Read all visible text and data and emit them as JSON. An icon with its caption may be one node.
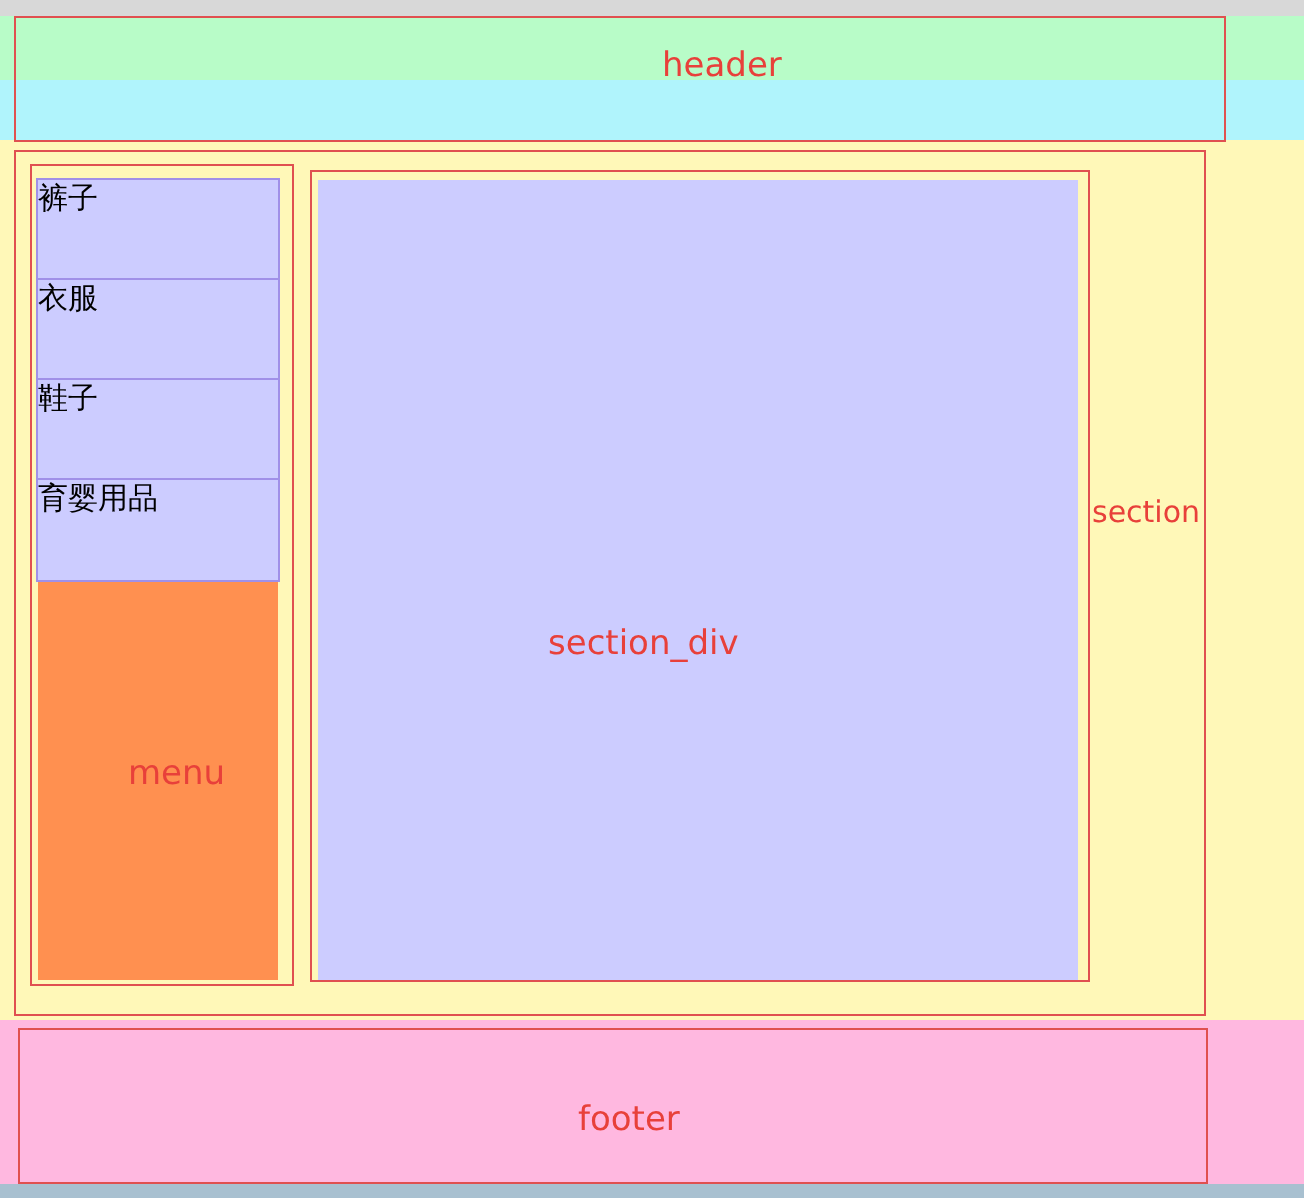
{
  "diagram": {
    "nodes": [
      {
        "text": [
          "header"
        ]
      },
      {
        "text": [
          "section"
        ]
      },
      {
        "text": [
          "menu"
        ],
        "in": 1
      },
      {
        "text": [
          "裤子"
        ],
        "in": 2
      },
      {
        "text": [
          "衣服"
        ],
        "in": 2
      },
      {
        "text": [
          "鞋子"
        ],
        "in": 2
      },
      {
        "text": [
          "育婴用品"
        ],
        "in": 2
      },
      {
        "text": [
          "section_div"
        ],
        "in": 1
      },
      {
        "text": [
          "footer"
        ]
      }
    ]
  }
}
